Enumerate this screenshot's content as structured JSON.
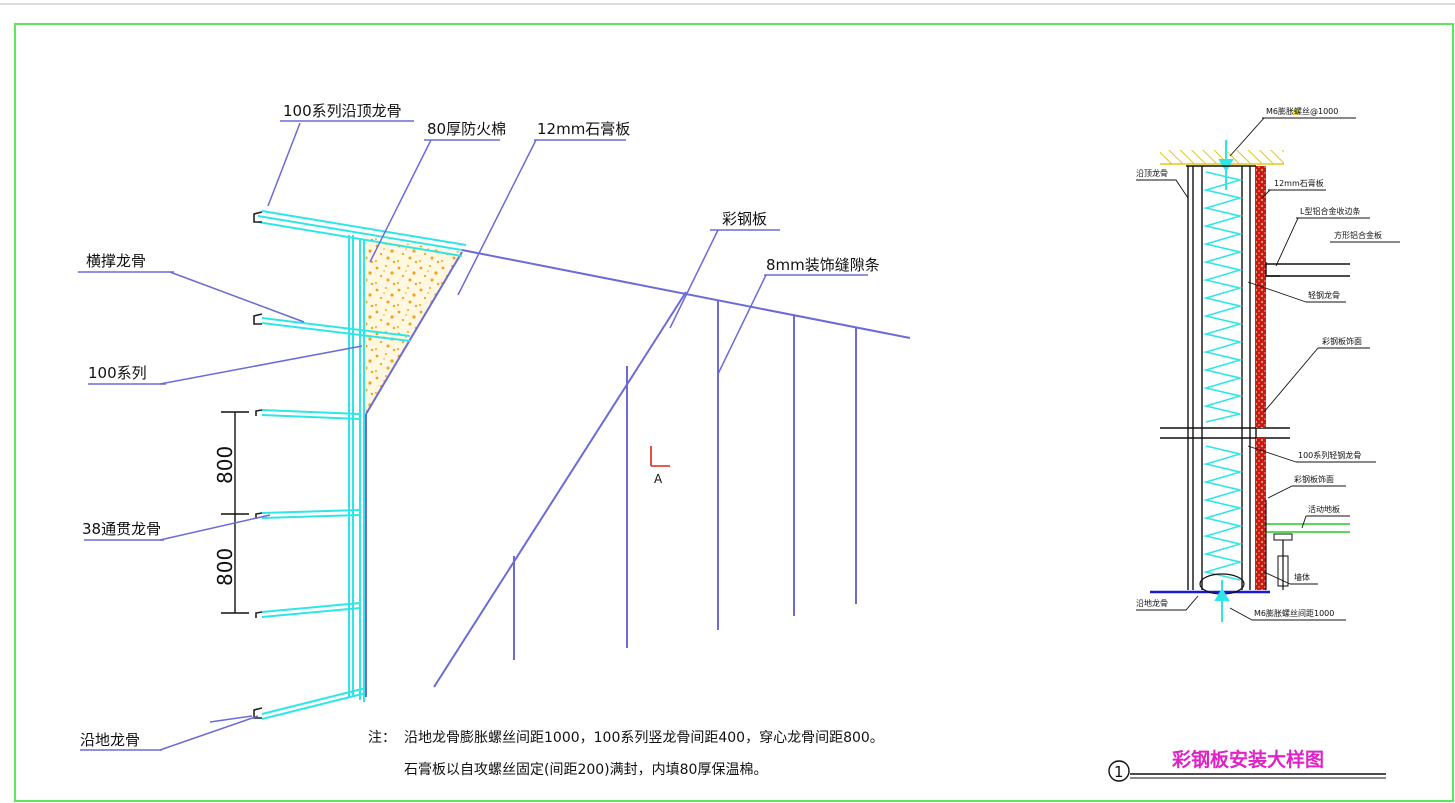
{
  "colors": {
    "frame": "#5ce65c",
    "leader": "#6b6bd8",
    "stud": "#2ee6e6",
    "insulation": "#f2a21a",
    "board": "#e2231a",
    "floor": "#1a1ad6",
    "ceiling": "#e0c81a",
    "title": "#e020c8",
    "green_line": "#22cc22"
  },
  "main_labels": {
    "top_track": "100系列沿顶龙骨",
    "fire_wool": "80厚防火棉",
    "gypsum": "12mm石膏板",
    "steel_panel": "彩钢板",
    "deco_strip": "8mm装饰缝隙条",
    "cross_brace": "横撑龙骨",
    "series100": "100系列",
    "through_keel": "38通贯龙骨",
    "floor_track": "沿地龙骨"
  },
  "dimensions": {
    "upper": "800",
    "lower": "800"
  },
  "section_mark": "A",
  "notes": {
    "prefix": "注：",
    "line1": "沿地龙骨膨胀螺丝间距1000，100系列竖龙骨间距400，穿心龙骨间距800。",
    "line2": "石膏板以自攻螺丝固定(间距200)满封，内填80厚保温棉。"
  },
  "detail_labels": {
    "expansion_top": "M6膨胀螺丝@1000",
    "top_track": "沿顶龙骨",
    "gypsum": "12mm石膏板",
    "l_trim": "L型铝合金收边条",
    "square_panel": "方形铝合金板",
    "light_keel": "轻钢龙骨",
    "steel_face1": "彩钢板饰面",
    "keel100": "100系列轻钢龙骨",
    "steel_face2": "彩钢板饰面",
    "raised_floor": "活动地板",
    "wall": "墙体",
    "floor_track": "沿地龙骨",
    "expansion_bottom": "M6膨胀螺丝间距1000"
  },
  "title_block": {
    "number": "1",
    "title": "彩钢板安装大样图"
  }
}
